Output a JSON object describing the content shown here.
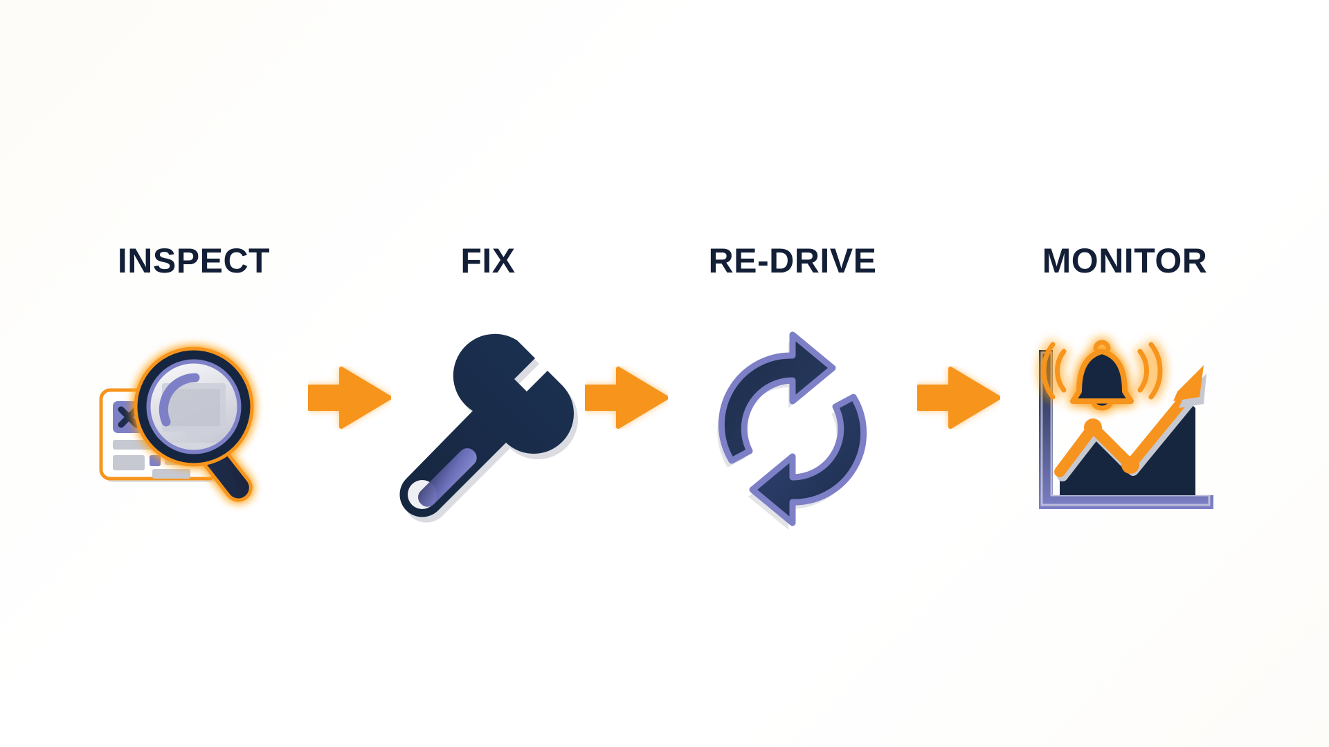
{
  "diagram": {
    "type": "process-flow",
    "title_present": false,
    "background_color": "#fdfcf9",
    "orientation": "horizontal",
    "step_count": 4,
    "arrow_count": 3,
    "arrow_color": "#f79420",
    "accent_orange": "#f7941e",
    "accent_navy": "#14263f",
    "accent_periwinkle": "#7b7fc4",
    "label_color": "#131f36",
    "steps": [
      {
        "label": "INSPECT",
        "icon": "magnifying-glass-over-dashboard-icon",
        "icon_description": "magnifier with orange glow over a dashboard card containing an error X tile and gray placeholder bars"
      },
      {
        "label": "FIX",
        "icon": "wrench-icon",
        "icon_description": "navy open-end wrench angled up-right with periwinkle grip stripe"
      },
      {
        "label": "RE-DRIVE",
        "icon": "refresh-cycle-icon",
        "icon_description": "two navy circular arrows forming a continuous loop with periwinkle outline"
      },
      {
        "label": "MONITOR",
        "icon": "chart-with-alert-bell-icon",
        "icon_description": "navy area chart with rising orange trend line, orange arrowhead and a ringing alert bell"
      }
    ],
    "arrows": [
      {
        "name": "arrow-inspect-to-fix",
        "direction": "right"
      },
      {
        "name": "arrow-fix-to-redrive",
        "direction": "right"
      },
      {
        "name": "arrow-redrive-to-monitor",
        "direction": "right"
      }
    ]
  }
}
